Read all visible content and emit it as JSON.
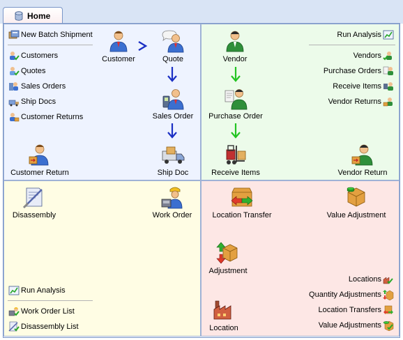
{
  "tab": {
    "label": "Home"
  },
  "customers": {
    "new_batch_shipment": "New Batch Shipment",
    "links": [
      "Customers",
      "Quotes",
      "Sales Orders",
      "Ship Docs",
      "Customer Returns"
    ],
    "flow": {
      "customer": "Customer",
      "quote": "Quote",
      "sales_order": "Sales Order",
      "ship_doc": "Ship Doc",
      "customer_return": "Customer Return"
    }
  },
  "vendors": {
    "run_analysis": "Run Analysis",
    "links": [
      "Vendors",
      "Purchase Orders",
      "Receive Items",
      "Vendor Returns"
    ],
    "flow": {
      "vendor": "Vendor",
      "purchase_order": "Purchase Order",
      "receive_items": "Receive Items",
      "vendor_return": "Vendor Return"
    }
  },
  "work": {
    "disassembly": "Disassembly",
    "work_order": "Work Order",
    "run_analysis": "Run Analysis",
    "links": [
      "Work Order List",
      "Disassembly List"
    ]
  },
  "inventory": {
    "location_transfer": "Location Transfer",
    "value_adjustment": "Value Adjustment",
    "adjustment": "Adjustment",
    "location": "Location",
    "links": [
      "Locations",
      "Quantity Adjustments",
      "Location Transfers",
      "Value Adjustments"
    ]
  },
  "colors": {
    "customer_bg": "#eef3ff",
    "vendor_bg": "#ecfbea",
    "work_bg": "#fffde4",
    "inventory_bg": "#fde7e5",
    "blue_arrow": "#1b2fc4",
    "green_arrow": "#22c422"
  }
}
